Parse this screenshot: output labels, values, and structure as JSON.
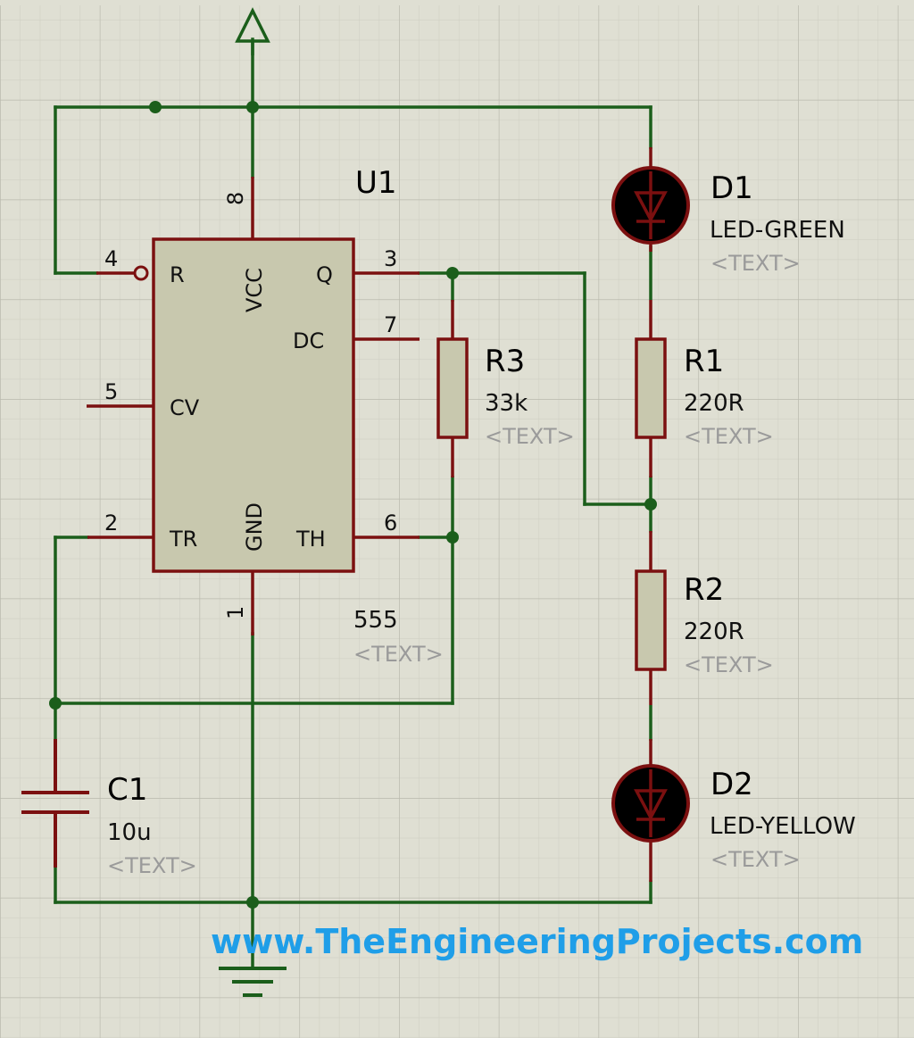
{
  "colors": {
    "background": "#dfdfd3",
    "grid": "#c6c6ba",
    "wire": "#1b5e1b",
    "component": "#7b1010",
    "chip_fill": "#c8c8ae",
    "led_fill": "#000000",
    "watermark": "#1f9ee8"
  },
  "u1": {
    "ref": "U1",
    "value": "555",
    "text": "<TEXT>",
    "pins": {
      "r": "R",
      "vcc": "VCC",
      "q": "Q",
      "dc": "DC",
      "cv": "CV",
      "tr": "TR",
      "gnd": "GND",
      "th": "TH"
    },
    "pin_numbers": {
      "r": "4",
      "vcc": "8",
      "q": "3",
      "dc": "7",
      "cv": "5",
      "tr": "2",
      "gnd": "1",
      "th": "6"
    }
  },
  "r3": {
    "ref": "R3",
    "value": "33k",
    "text": "<TEXT>"
  },
  "r1": {
    "ref": "R1",
    "value": "220R",
    "text": "<TEXT>"
  },
  "r2": {
    "ref": "R2",
    "value": "220R",
    "text": "<TEXT>"
  },
  "d1": {
    "ref": "D1",
    "value": "LED-GREEN",
    "text": "<TEXT>"
  },
  "d2": {
    "ref": "D2",
    "value": "LED-YELLOW",
    "text": "<TEXT>"
  },
  "c1": {
    "ref": "C1",
    "value": "10u",
    "text": "<TEXT>"
  },
  "watermark": "www.TheEngineeringProjects.com",
  "icons": [
    "power-terminal-icon",
    "ground-symbol-icon",
    "led-icon",
    "resistor-icon",
    "capacitor-icon",
    "ic-555-icon"
  ]
}
